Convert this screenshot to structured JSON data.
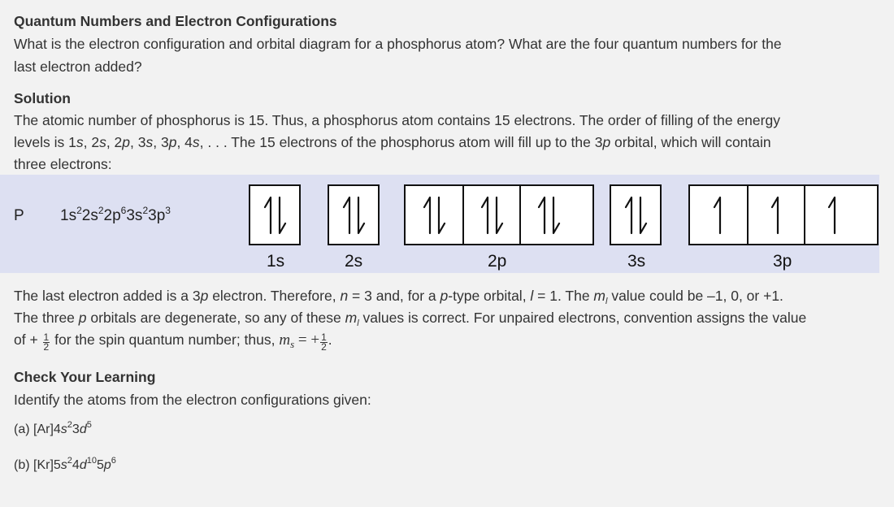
{
  "heading": "Quantum Numbers and Electron Configurations",
  "question": {
    "line1": "What is the electron configuration and orbital diagram for a phosphorus atom? What are the four quantum numbers for the",
    "line2": "last electron added?"
  },
  "solution_heading": "Solution",
  "solution": {
    "line1": "The atomic number of phosphorus is 15. Thus, a phosphorus atom contains 15 electrons. The order of filling of the energy",
    "line2_a": "levels is 1",
    "line2_b": ", 2",
    "line2_c": ", 2",
    "line2_d": ", 3",
    "line2_e": ", 3",
    "line2_f": ", 4",
    "line2_g": ", . . . The 15 electrons of the phosphorus atom will fill up to the 3",
    "line2_h": " orbital, which will contain",
    "line3": "three electrons:",
    "s": "s",
    "p": "p"
  },
  "diagram": {
    "element": "P",
    "config": [
      {
        "base": "1s",
        "sup": "2"
      },
      {
        "base": "2s",
        "sup": "2"
      },
      {
        "base": "2p",
        "sup": "6"
      },
      {
        "base": "3s",
        "sup": "2"
      },
      {
        "base": "3p",
        "sup": "3"
      }
    ],
    "labels": [
      "1s",
      "2s",
      "2p",
      "3s",
      "3p"
    ],
    "orbitals": [
      {
        "subshell": "1s",
        "boxes": [
          "paired"
        ]
      },
      {
        "subshell": "2s",
        "boxes": [
          "paired"
        ]
      },
      {
        "subshell": "2p",
        "boxes": [
          "paired",
          "paired",
          "paired"
        ]
      },
      {
        "subshell": "3s",
        "boxes": [
          "paired"
        ]
      },
      {
        "subshell": "3p",
        "boxes": [
          "up",
          "up",
          "up"
        ]
      }
    ]
  },
  "explanation": {
    "l1_a": "The last electron added is a 3",
    "l1_b": "p",
    "l1_c": " electron. Therefore, ",
    "l1_n": "n",
    "l1_d": " = 3 and, for a ",
    "l1_e": "p",
    "l1_f": "-type orbital, ",
    "l1_l": "l",
    "l1_g": " = 1. The ",
    "l1_m": "m",
    "l1_msub": "l",
    "l1_h": " value could be –1, 0, or +1.",
    "l2_a": "The three ",
    "l2_b": "p",
    "l2_c": " orbitals are degenerate, so any of these ",
    "l2_m": "m",
    "l2_msub": "l",
    "l2_d": " values is correct. For unpaired electrons, convention assigns the value",
    "l3_a": "of + ",
    "l3_num": "1",
    "l3_den": "2",
    "l3_b": " for the spin quantum number; thus, ",
    "l3_m": "m",
    "l3_msub": "s",
    "l3_c": " = +",
    "l3_d": "."
  },
  "check_heading": "Check Your Learning",
  "check_text": "Identify the atoms from the electron configurations given:",
  "items": {
    "a": {
      "prefix": "(a) [Ar]4",
      "s": "s",
      "ssup": "2",
      "mid": "3",
      "d": "d",
      "dsup": "5"
    },
    "b": {
      "prefix": "(b) [Kr]5",
      "s": "s",
      "ssup": "2",
      "mid": "4",
      "d": "d",
      "dsup": "10",
      "tail": "5",
      "p": "p",
      "psup": "6"
    }
  }
}
